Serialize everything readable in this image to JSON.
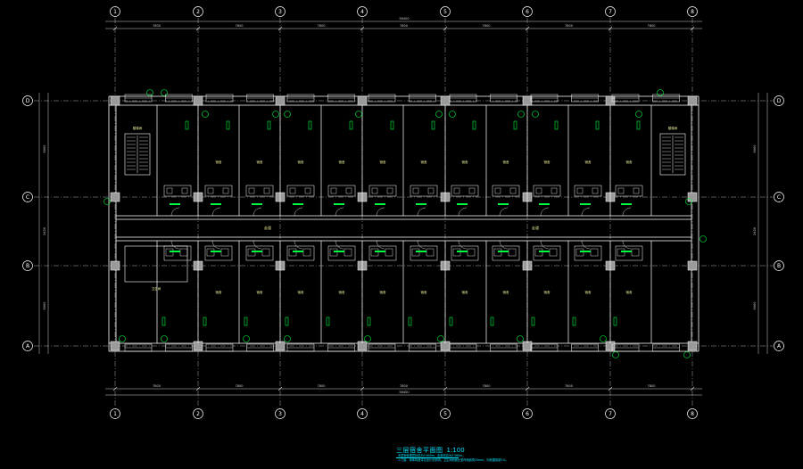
{
  "drawing": {
    "title": "三层宿舍平面图",
    "scale": "1:100",
    "notes": [
      "本层宿舍楼层标高为3.600m，走道标高为3.580m。",
      "1.门窗、墙体构造详见设计总说明，卫生间地面比室内地面低20mm，向地漏找坡1%。"
    ]
  },
  "grid_axes": {
    "columns": [
      "1",
      "2",
      "3",
      "4",
      "5",
      "6",
      "7",
      "8"
    ],
    "rows": [
      "D",
      "C",
      "B",
      "A"
    ]
  },
  "colors": {
    "background": "#000000",
    "wall": "#ffffff",
    "axis_line": "#aaaaaa",
    "axis_bubble": "#ffffff",
    "dimension": "#d0d0d0",
    "fixture_green": "#00ff40",
    "title_cyan": "#00e5ff",
    "text_yellow": "#f2f2a0"
  },
  "labels": {
    "dim_total": "56400",
    "dim_bay": "7800",
    "dim_row_top": "6000",
    "dim_row_mid": "2400",
    "dim_row_bottom": "6000",
    "room_north": "宿舍",
    "room_south": "宿舍",
    "stair": "楼梯间",
    "corridor": "走道",
    "toilet": "卫生间"
  }
}
